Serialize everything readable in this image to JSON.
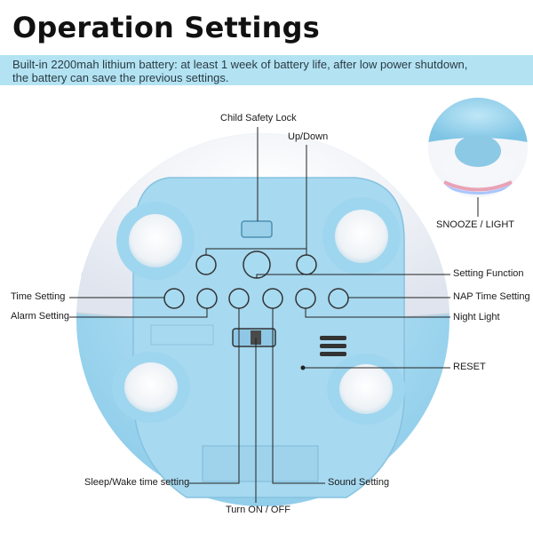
{
  "title": "Operation Settings",
  "banner": {
    "line1": "Built-in 2200mah lithium battery: at least 1 week of battery life, after low power shutdown,",
    "line2": "the battery can save the previous settings."
  },
  "labels": {
    "child_safety_lock": "Child Safety Lock",
    "up_down": "Up/Down",
    "snooze_light": "SNOOZE / LIGHT",
    "setting_function": "Setting Function",
    "time_setting": "Time Setting",
    "nap_time_setting": "NAP Time Setting",
    "alarm_setting": "Alarm Setting",
    "night_light": "Night Light",
    "reset": "RESET",
    "sleep_wake_time_setting": "Sleep/Wake time setting",
    "sound_setting": "Sound Setting",
    "turn_on_off": "Turn ON / OFF"
  },
  "colors": {
    "banner": "#b3e3f2",
    "device_blue": "#a9dcf3",
    "device_white": "#f2f4f8",
    "leader_line": "#222222"
  }
}
